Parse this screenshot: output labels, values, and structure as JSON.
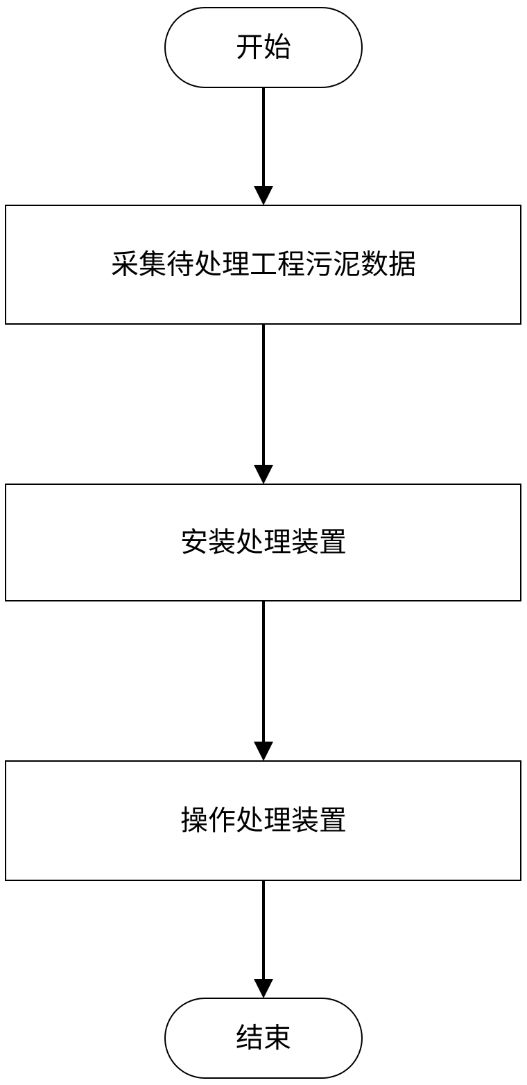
{
  "flowchart": {
    "nodes": [
      {
        "id": "start",
        "shape": "terminal",
        "label": "开始"
      },
      {
        "id": "step1",
        "shape": "process",
        "label": "采集待处理工程污泥数据"
      },
      {
        "id": "step2",
        "shape": "process",
        "label": "安装处理装置"
      },
      {
        "id": "step3",
        "shape": "process",
        "label": "操作处理装置"
      },
      {
        "id": "end",
        "shape": "terminal",
        "label": "结束"
      }
    ],
    "edges": [
      {
        "from": "start",
        "to": "step1"
      },
      {
        "from": "step1",
        "to": "step2"
      },
      {
        "from": "step2",
        "to": "step3"
      },
      {
        "from": "step3",
        "to": "end"
      }
    ],
    "colors": {
      "stroke": "#000000",
      "fill": "#ffffff",
      "text": "#000000"
    }
  }
}
